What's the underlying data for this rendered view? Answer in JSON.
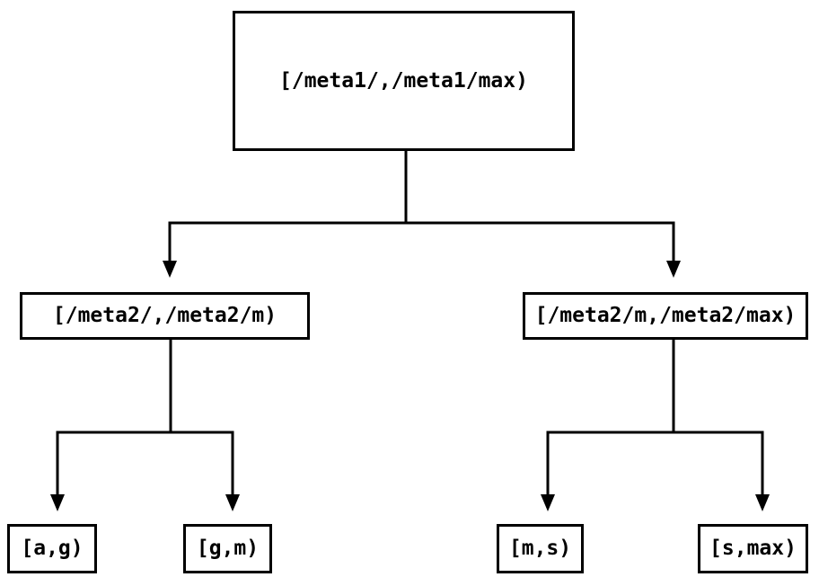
{
  "diagram": {
    "type": "tree",
    "colors": {
      "background": "#ffffff",
      "line": "#000000",
      "text": "#000000",
      "box_border": "#000000",
      "box_fill": "#ffffff"
    },
    "nodes": {
      "root": {
        "label": "[/meta1/,/meta1/max)"
      },
      "meta2_left": {
        "label": "[/meta2/,/meta2/m)"
      },
      "meta2_right": {
        "label": "[/meta2/m,/meta2/max)"
      },
      "leaf_ag": {
        "label": "[a,g)"
      },
      "leaf_gm": {
        "label": "[g,m)"
      },
      "leaf_ms": {
        "label": "[m,s)"
      },
      "leaf_smax": {
        "label": "[s,max)"
      }
    },
    "edges": [
      {
        "from": "root",
        "to": "meta2_left"
      },
      {
        "from": "root",
        "to": "meta2_right"
      },
      {
        "from": "meta2_left",
        "to": "leaf_ag"
      },
      {
        "from": "meta2_left",
        "to": "leaf_gm"
      },
      {
        "from": "meta2_right",
        "to": "leaf_ms"
      },
      {
        "from": "meta2_right",
        "to": "leaf_smax"
      }
    ]
  }
}
